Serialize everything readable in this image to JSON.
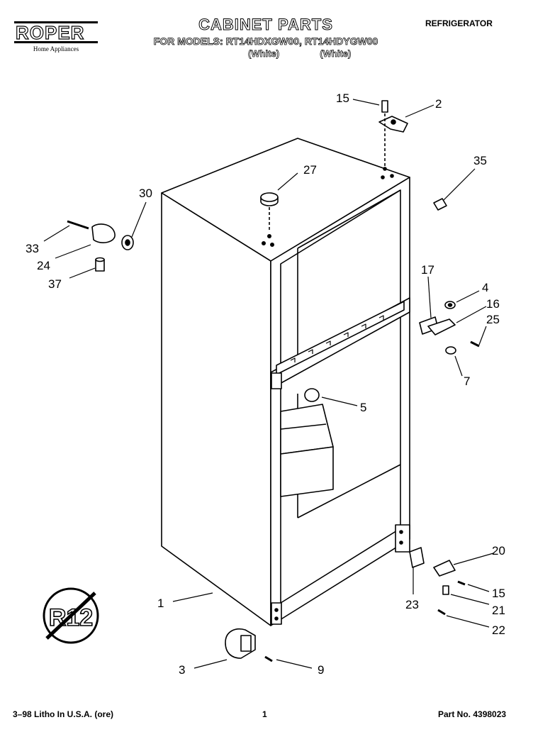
{
  "header": {
    "brand": "ROPER",
    "brand_sub": "Home Appliances",
    "title": "CABINET PARTS",
    "models_line": "FOR MODELS: RT14HDXGW00, RT14HDYGW00",
    "color_1": "(White)",
    "color_2": "(White)",
    "category": "REFRIGERATOR"
  },
  "diagram": {
    "badge_text": "R12",
    "callouts": {
      "c1": "1",
      "c2": "2",
      "c3": "3",
      "c4": "4",
      "c5": "5",
      "c7": "7",
      "c9": "9",
      "c15a": "15",
      "c15b": "15",
      "c16": "16",
      "c17": "17",
      "c20": "20",
      "c21": "21",
      "c22": "22",
      "c23": "23",
      "c24": "24",
      "c25": "25",
      "c27": "27",
      "c30": "30",
      "c33": "33",
      "c35": "35",
      "c37": "37"
    }
  },
  "footer": {
    "left": "3–98 Litho In U.S.A. (ore)",
    "page": "1",
    "part_no": "Part No. 4398023"
  }
}
